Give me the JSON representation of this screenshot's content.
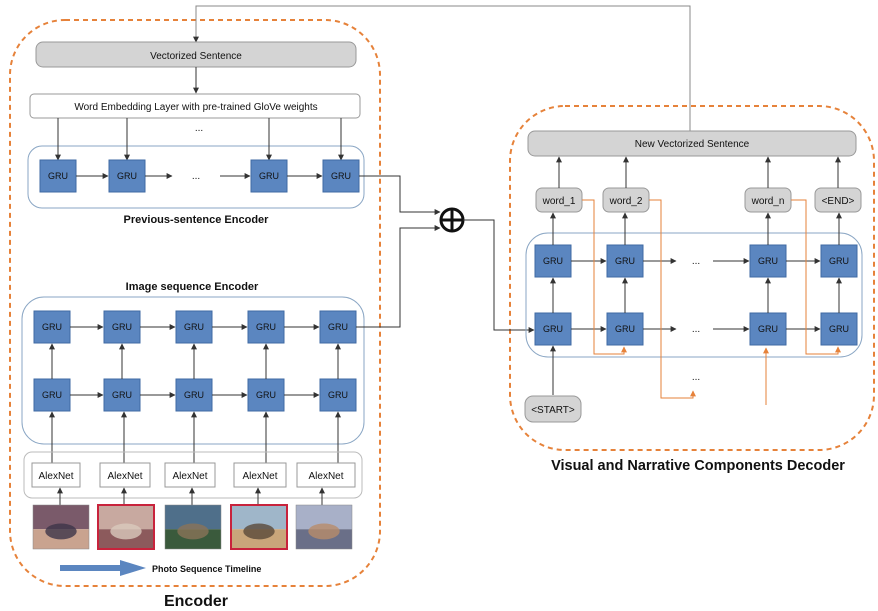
{
  "encoder": {
    "vectorized_sentence": "Vectorized Sentence",
    "embedding_layer": "Word Embedding Layer with pre-trained GloVe weights",
    "ellipsis": "...",
    "prev_encoder_title": "Previous-sentence Encoder",
    "image_encoder_title": "Image sequence Encoder",
    "gru_label": "GRU",
    "alexnet_label": "AlexNet",
    "timeline_label": "Photo Sequence Timeline",
    "title": "Encoder",
    "photos": [
      {
        "highlighted": false,
        "palette": [
          "#7a5a6a",
          "#c9a38f",
          "#3d3448"
        ]
      },
      {
        "highlighted": true,
        "palette": [
          "#c8a9a0",
          "#8c5a5c",
          "#d9c9bd"
        ]
      },
      {
        "highlighted": false,
        "palette": [
          "#4f6f8a",
          "#3a5a3c",
          "#8a7358"
        ]
      },
      {
        "highlighted": true,
        "palette": [
          "#9fb6c9",
          "#c9a67a",
          "#5a4a3a"
        ]
      },
      {
        "highlighted": false,
        "palette": [
          "#a8b0c8",
          "#6a6f88",
          "#b88c6a"
        ]
      }
    ]
  },
  "decoder": {
    "new_vectorized_sentence": "New Vectorized Sentence",
    "outputs": [
      "word_1",
      "word_2",
      "word_n",
      "<END>"
    ],
    "start_label": "<START>",
    "gru_label": "GRU",
    "ellipsis": "...",
    "title": "Visual and Narrative Components Decoder"
  },
  "colors": {
    "gru_fill": "#5b86c0",
    "gru_stroke": "#3f6aa3",
    "dashed_border": "#e6823a",
    "container_stroke": "#8aa6c4",
    "arrow": "#333333",
    "feedback_arrow": "#e6823a",
    "grey_box": "#d4d4d4",
    "photo_highlight": "#c8233c",
    "timeline_arrow": "#5b86c0"
  }
}
